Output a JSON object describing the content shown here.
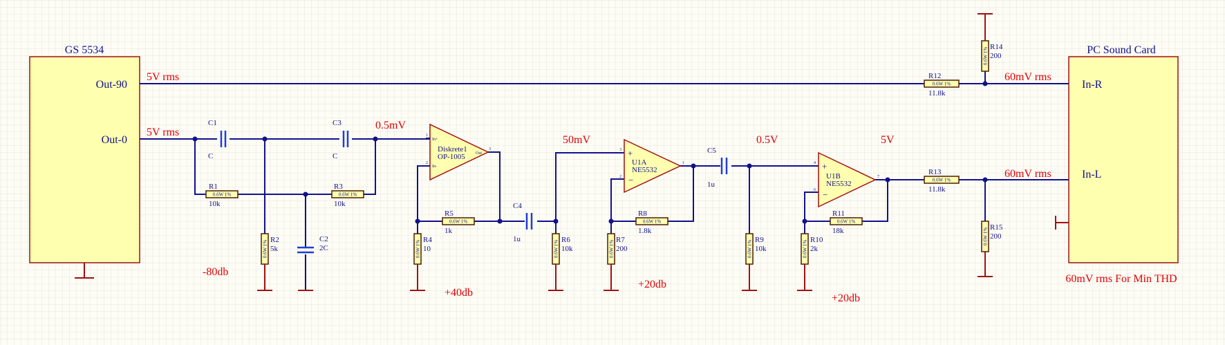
{
  "blocks": {
    "source": {
      "name": "GS 5534",
      "pin_top": "Out-90",
      "pin_bottom": "Out-0"
    },
    "sink": {
      "name": "PC Sound Card",
      "pin_top": "In-R",
      "pin_bottom": "In-L",
      "note": "60mV rms For Min THD"
    }
  },
  "signal_levels": {
    "out90": "5V rms",
    "out0": "5V rms",
    "in_r": "60mV rms",
    "in_l": "60mV rms",
    "after_notch": "0.5mV",
    "after_stage1": "50mV",
    "after_stage2": "0.5V",
    "after_stage3": "5V"
  },
  "gains": {
    "notch": "-80db",
    "stage1": "+40db",
    "stage2": "+20db",
    "stage3": "+20db"
  },
  "amplifiers": {
    "u_disc": {
      "designator": "Diskrete1",
      "part": "OP-1005",
      "pin_in_plus": "In+",
      "pin_in_minus": "In-",
      "pin_out": "Out",
      "pin_num_plus": "1",
      "pin_num_minus": "2",
      "pin_num_out": "3"
    },
    "u1a": {
      "designator": "U1A",
      "part": "NE5532",
      "pin_plus": "3",
      "pin_minus": "2",
      "pin_out": "1"
    },
    "u1b": {
      "designator": "U1B",
      "part": "NE5532",
      "pin_plus": "4",
      "pin_minus": "6",
      "pin_out": "7"
    }
  },
  "resistors": {
    "r1": {
      "ref": "R1",
      "value": "10k",
      "spec": "0.6W 1%"
    },
    "r2": {
      "ref": "R2",
      "value": "5k",
      "spec": "0.6W 1%"
    },
    "r3": {
      "ref": "R3",
      "value": "10k",
      "spec": "0.6W 1%"
    },
    "r4": {
      "ref": "R4",
      "value": "10",
      "spec": "0.6W 1%"
    },
    "r5": {
      "ref": "R5",
      "value": "1k",
      "spec": "0.6W 1%"
    },
    "r6": {
      "ref": "R6",
      "value": "10k",
      "spec": "0.6W 1%"
    },
    "r7": {
      "ref": "R7",
      "value": "200",
      "spec": "0.6W 1%"
    },
    "r8": {
      "ref": "R8",
      "value": "1.8k",
      "spec": "0.6W 1%"
    },
    "r9": {
      "ref": "R9",
      "value": "10k",
      "spec": "0.6W 1%"
    },
    "r10": {
      "ref": "R10",
      "value": "2k",
      "spec": "0.6W 1%"
    },
    "r11": {
      "ref": "R11",
      "value": "18k",
      "spec": "0.6W 1%"
    },
    "r12": {
      "ref": "R12",
      "value": "11.8k",
      "spec": "0.6W 1%"
    },
    "r13": {
      "ref": "R13",
      "value": "11.8k",
      "spec": "0.6W 1%"
    },
    "r14": {
      "ref": "R14",
      "value": "200",
      "spec": "0.6W 1%"
    },
    "r15": {
      "ref": "R15",
      "value": "200",
      "spec": "0.6W 1%"
    }
  },
  "capacitors": {
    "c1": {
      "ref": "C1",
      "value": "C"
    },
    "c2": {
      "ref": "C2",
      "value": "2C"
    },
    "c3": {
      "ref": "C3",
      "value": "C"
    },
    "c4": {
      "ref": "C4",
      "value": "1u"
    },
    "c5": {
      "ref": "C5",
      "value": "1u"
    }
  },
  "colors": {
    "wire": "#11118a",
    "label_red": "#e00000",
    "component_fill": "#ffffb0",
    "component_border": "#a01010",
    "capacitor": "#1f3ddc"
  }
}
